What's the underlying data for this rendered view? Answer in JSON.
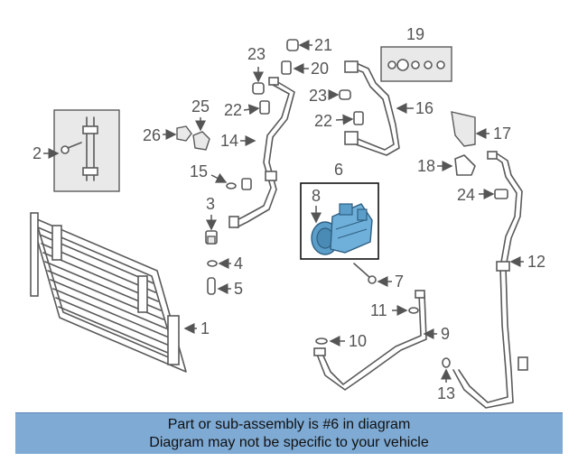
{
  "callouts": {
    "c1": "1",
    "c2": "2",
    "c3": "3",
    "c4": "4",
    "c5": "5",
    "c6": "6",
    "c7": "7",
    "c8": "8",
    "c9": "9",
    "c10": "10",
    "c11": "11",
    "c12": "12",
    "c13": "13",
    "c14": "14",
    "c15": "15",
    "c16": "16",
    "c17": "17",
    "c18": "18",
    "c19": "19",
    "c20": "20",
    "c21": "21",
    "c22a": "22",
    "c22b": "22",
    "c23a": "23",
    "c23b": "23",
    "c24": "24",
    "c25": "25",
    "c26": "26"
  },
  "footer": {
    "line1": "Part or sub-assembly is #6 in diagram",
    "line2": "Diagram may not be specific to your vehicle"
  },
  "colors": {
    "highlight_box": "#111111",
    "compressor": "#5b9ec9",
    "footer_bg": "#7eaad4"
  }
}
